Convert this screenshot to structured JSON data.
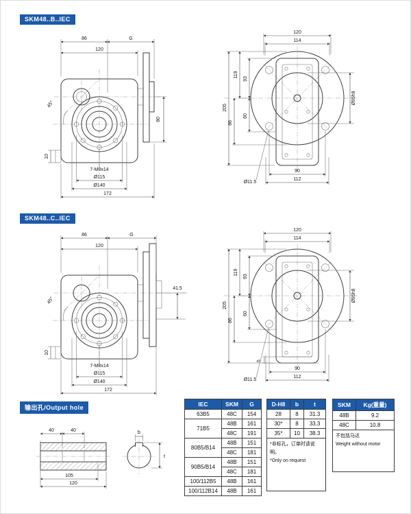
{
  "page": {
    "accent": "#1d5aa8",
    "line_color": "#3c3c3c",
    "background": "#ffffff"
  },
  "labels": {
    "section_b": "SKM48..B..IEC",
    "section_c": "SKM48..C..IEC",
    "output_hole": "输出孔/Output hole"
  },
  "drawing_b_front": {
    "dim_86": "86",
    "dim_g": "G",
    "dim_120": "120",
    "dim_80": "80",
    "dim_45deg": "45°",
    "dim_10": "10",
    "dim_holes": "7-M8x14",
    "dim_d115": "Ø115",
    "dim_d140": "Ø140",
    "dim_172": "172"
  },
  "drawing_b_side": {
    "dim_120": "120",
    "dim_114": "114",
    "dim_205": "205",
    "dim_119": "119",
    "dim_93": "93",
    "dim_86": "86",
    "dim_60": "60",
    "dim_d95": "Ø95h8",
    "dim_d11_5": "Ø11.5",
    "dim_90": "90",
    "dim_112": "112"
  },
  "drawing_c_front": {
    "dim_86": "86",
    "dim_g": "G",
    "dim_120": "120",
    "dim_41_5": "41.5",
    "dim_45deg": "45°",
    "dim_10": "10",
    "dim_holes": "7-M8x14",
    "dim_d115": "Ø115",
    "dim_d140": "Ø140",
    "dim_172": "172"
  },
  "drawing_c_side": {
    "dim_120": "120",
    "dim_114": "114",
    "dim_205": "205",
    "dim_119": "119",
    "dim_93": "93",
    "dim_86": "86",
    "dim_60": "60",
    "dim_5": "5",
    "dim_d95": "Ø95h8",
    "dim_d11_5": "Ø11.5",
    "dim_90": "90",
    "dim_112": "112"
  },
  "output_hole": {
    "dim_40_left": "40",
    "dim_40_right": "40",
    "dim_105": "105",
    "dim_120": "120",
    "dim_b": "b",
    "dim_t": "t"
  },
  "table_iec": {
    "headers": [
      "IEC",
      "SKM",
      "G"
    ],
    "groups": [
      {
        "iec": "63B5",
        "entries": [
          {
            "skm": "48C",
            "g": "154"
          }
        ]
      },
      {
        "iec": "71B5",
        "entries": [
          {
            "skm": "48B",
            "g": "161"
          },
          {
            "skm": "48C",
            "g": "191"
          }
        ]
      },
      {
        "iec": "80B5/B14",
        "entries": [
          {
            "skm": "48B",
            "g": "151"
          },
          {
            "skm": "48C",
            "g": "181"
          }
        ]
      },
      {
        "iec": "90B5/B14",
        "entries": [
          {
            "skm": "48B",
            "g": "151"
          },
          {
            "skm": "48C",
            "g": "181"
          }
        ]
      },
      {
        "iec": "100/112B5",
        "entries": [
          {
            "skm": "48B",
            "g": "161"
          }
        ]
      },
      {
        "iec": "100/112B14",
        "entries": [
          {
            "skm": "48B",
            "g": "161"
          }
        ]
      }
    ]
  },
  "table_bore": {
    "headers": [
      "D-H8",
      "b",
      "t"
    ],
    "rows": [
      {
        "d": "28",
        "b": "8",
        "t": "31.3"
      },
      {
        "d": "30*",
        "b": "8",
        "t": "33.3"
      },
      {
        "d": "35*",
        "b": "10",
        "t": "38.3"
      }
    ],
    "note_cn": "*非标孔，订单时请说明。",
    "note_en": "*Only on request"
  },
  "table_weight": {
    "headers": [
      "SKM",
      "Kg(重量)"
    ],
    "rows": [
      {
        "skm": "48B",
        "kg": "9.2"
      },
      {
        "skm": "48C",
        "kg": "10.8"
      }
    ],
    "note_cn": "不包括马达",
    "note_en": "Weight without motor"
  }
}
